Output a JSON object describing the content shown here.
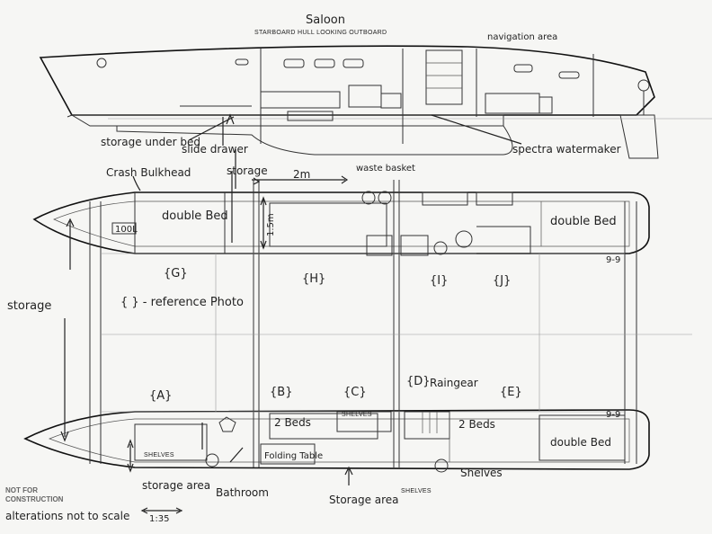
{
  "title_saloon": "Saloon",
  "subtitle": "STARBOARD HULL LOOKING OUTBOARD",
  "labels": {
    "navigation_area": "navigation area",
    "storage_under_bed": "storage under bed",
    "slide_drawer": "slide drawer",
    "storage": "storage",
    "waste_basket": "waste basket",
    "spectra_watermaker": "spectra watermaker",
    "crash_bulkhead": "Crash Bulkhead",
    "two_m": "2m",
    "one_five_m": "1.5m",
    "double_bed_left": "double Bed",
    "hundred_l": "100L",
    "double_bed_right": "double Bed",
    "storage_left": "storage",
    "reference_photo": "{ } - reference Photo",
    "grid_ref_top": "9-9",
    "grid_ref_bottom": "9-9",
    "shelves_c": "SHELVES",
    "raingear": "Raingear",
    "two_beds_left": "2 Beds",
    "two_beds_right": "2 Beds",
    "double_bed_bottom": "double Bed",
    "shelves_left": "SHELVES",
    "folding_table": "Folding Table",
    "bathroom": "Bathroom",
    "storage_area_left": "storage area",
    "storage_area_mid": "Storage area",
    "shelves_bottom": "SHELVES",
    "shelves_right": "Shelves",
    "scale": "1:35",
    "note": "alterations not to scale"
  },
  "zones": [
    "{G}",
    "{H}",
    "{I}",
    "{J}",
    "{A}",
    "{B}",
    "{C}",
    "{D}",
    "{E}"
  ],
  "stamp_lines": [
    "NOT FOR",
    "CONSTRUCTION"
  ],
  "colors": {
    "paper": "#f6f6f4",
    "ink": "#222222"
  }
}
